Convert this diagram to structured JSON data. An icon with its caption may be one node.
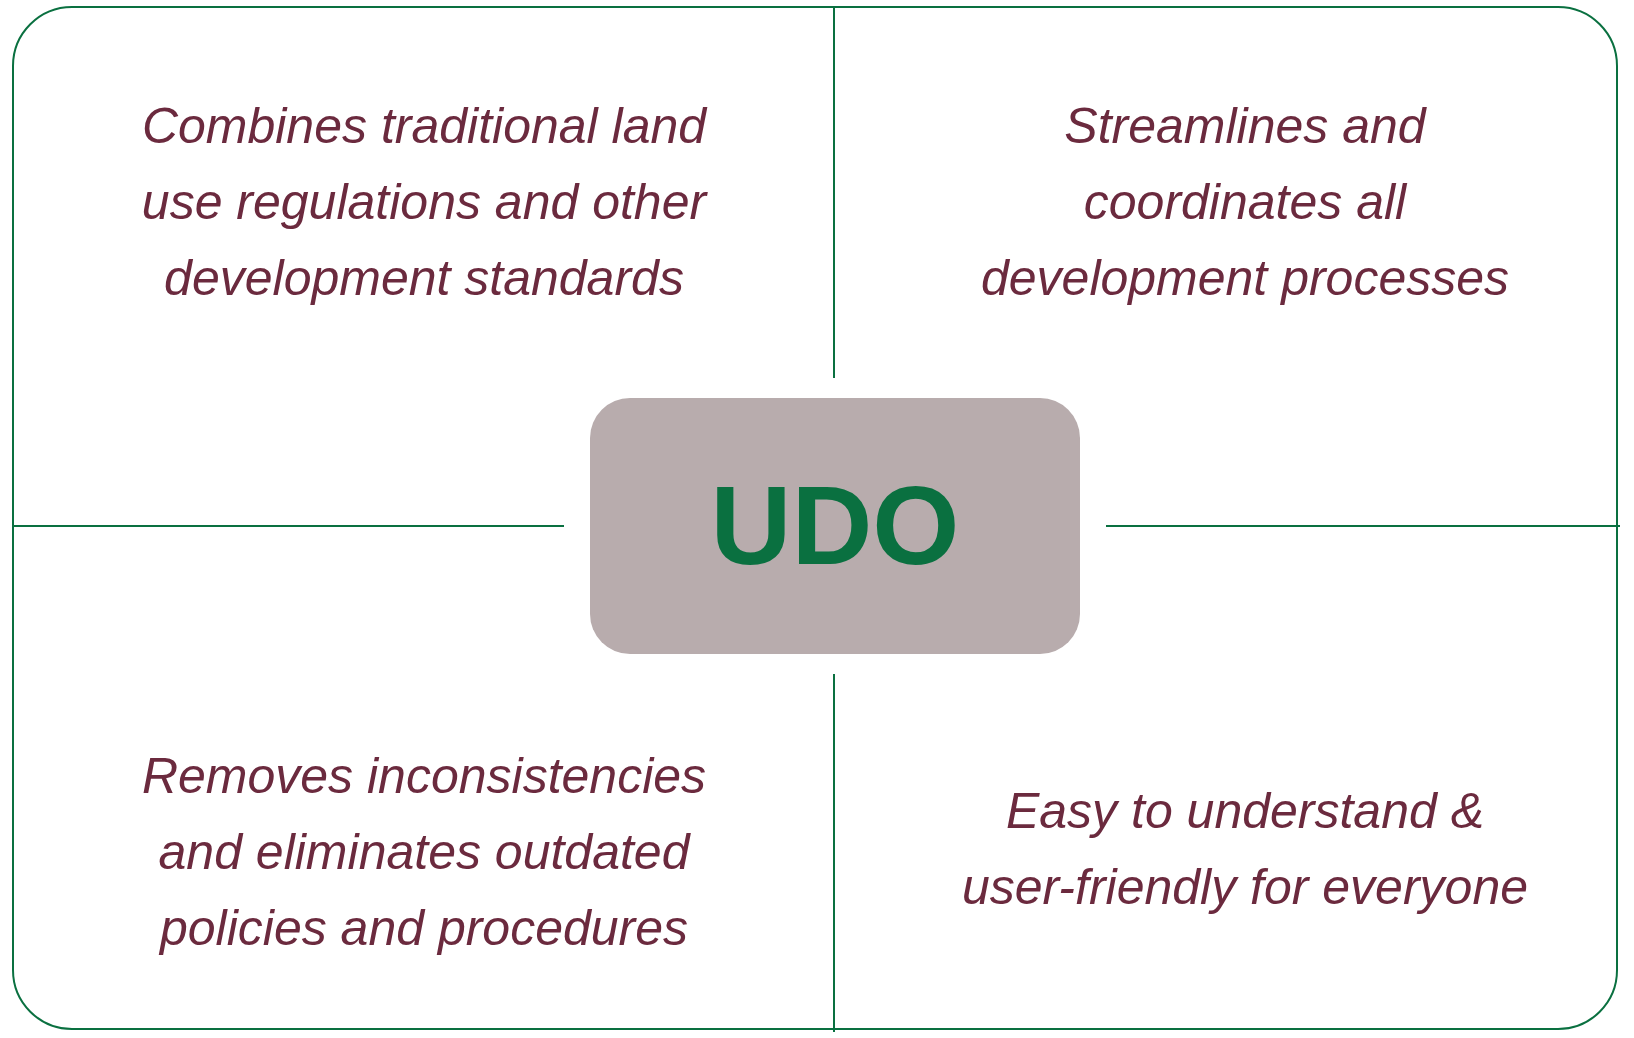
{
  "diagram": {
    "nodes": [
      {
        "text": [],
        "shape": "box"
      },
      {
        "text": [
          "Combines traditional land use regulations and other development standards"
        ],
        "in": 0
      },
      {
        "text": [
          "Streamlines and coordinates all development processes"
        ],
        "in": 0
      },
      {
        "text": [
          "UDO"
        ],
        "in": 0
      },
      {
        "text": [
          "Removes inconsistencies and eliminates outdated policies and procedures"
        ],
        "in": 0
      },
      {
        "text": [
          "Easy to understand & user-friendly for everyone"
        ],
        "in": 0
      }
    ]
  }
}
